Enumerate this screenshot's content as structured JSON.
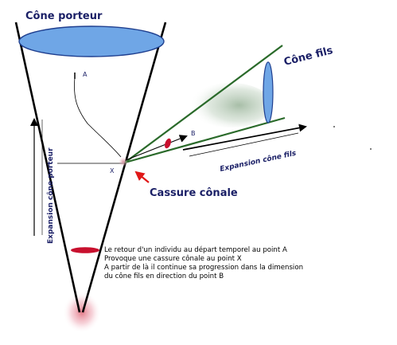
{
  "labels": {
    "cone_porteur": "Cône porteur",
    "cone_fils": "Cône fils",
    "point_a": "A",
    "point_b": "B",
    "point_x": "X",
    "cassure": "Cassure cônale",
    "expansion_porteur": "Expansion cône porteur",
    "expansion_fils": "Expansion cône fils"
  },
  "note": [
    "Le retour d'un individu au départ temporel au point A",
    "Provoque une cassure cônale au point X",
    "A partir de là il continue sa progression dans la dimension",
    "du cône fils en direction du point B"
  ],
  "colors": {
    "cone_top": "#6fa6e6",
    "cone_top_stroke": "#1f3f8f",
    "cassure_arrow": "#e01818",
    "label_blue": "#1a1f66",
    "green_line": "#2a6a2a",
    "red_mark": "#c8102e"
  }
}
